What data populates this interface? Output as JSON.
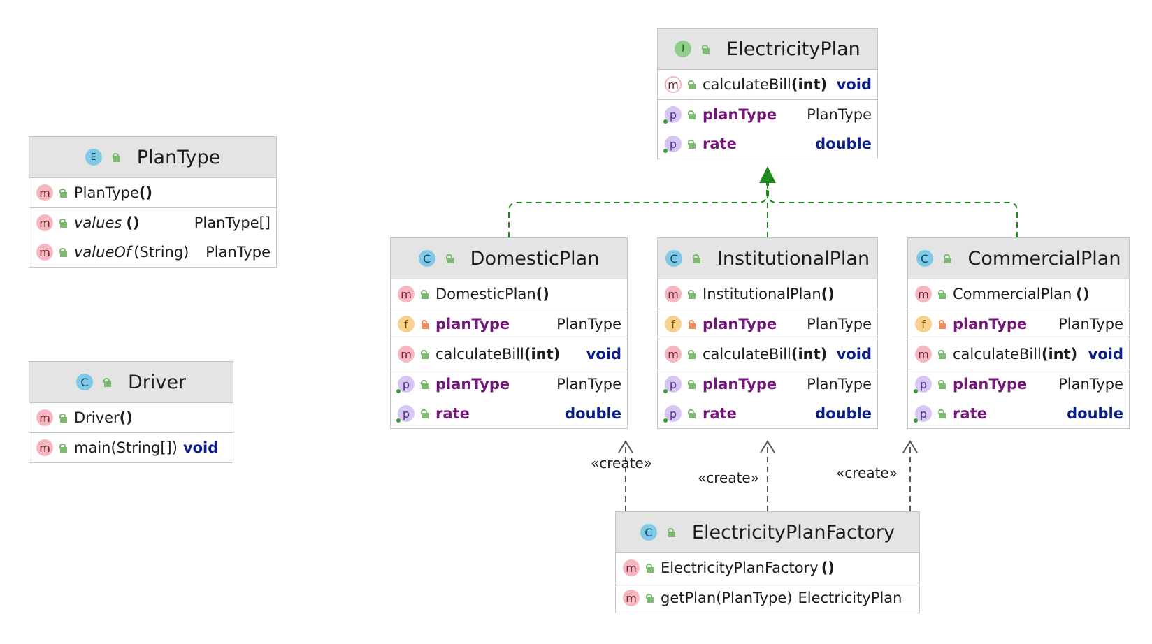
{
  "classes": {
    "plantype": {
      "kind": "E",
      "title": "PlanType",
      "ctor": {
        "icon": "m",
        "name": "PlanType",
        "paren": "()"
      },
      "values": {
        "icon": "m",
        "name": "values",
        "paren": "()",
        "type": "PlanType[]"
      },
      "valueof": {
        "icon": "m",
        "name": "valueOf",
        "paren": "(String)",
        "type": "PlanType"
      }
    },
    "driver": {
      "kind": "C",
      "title": "Driver",
      "ctor": {
        "icon": "m",
        "name": "Driver",
        "paren": "()"
      },
      "main": {
        "icon": "m",
        "name": "main",
        "paren": "(String[])",
        "type": "void"
      }
    },
    "electricityplan": {
      "kind": "I",
      "title": "ElectricityPlan",
      "calc": {
        "icon": "m",
        "name": "calculateBill",
        "paren": "(int)",
        "type": "void"
      },
      "plantype": {
        "icon": "p",
        "name": "planType",
        "type": "PlanType"
      },
      "rate": {
        "icon": "p",
        "name": "rate",
        "type": "double"
      }
    },
    "domesticplan": {
      "kind": "C",
      "title": "DomesticPlan",
      "ctor": {
        "icon": "m",
        "name": "DomesticPlan",
        "paren": "()"
      },
      "field": {
        "icon": "f",
        "name": "planType",
        "type": "PlanType"
      },
      "calc": {
        "icon": "m",
        "name": "calculateBill",
        "paren": "(int)",
        "type": "void"
      },
      "plantype": {
        "icon": "p",
        "name": "planType",
        "type": "PlanType"
      },
      "rate": {
        "icon": "p",
        "name": "rate",
        "type": "double"
      }
    },
    "institutionalplan": {
      "kind": "C",
      "title": "InstitutionalPlan",
      "ctor": {
        "icon": "m",
        "name": "InstitutionalPlan",
        "paren": "()"
      },
      "field": {
        "icon": "f",
        "name": "planType",
        "type": "PlanType"
      },
      "calc": {
        "icon": "m",
        "name": "calculateBill",
        "paren": "(int)",
        "type": "void"
      },
      "plantype": {
        "icon": "p",
        "name": "planType",
        "type": "PlanType"
      },
      "rate": {
        "icon": "p",
        "name": "rate",
        "type": "double"
      }
    },
    "commercialplan": {
      "kind": "C",
      "title": "CommercialPlan",
      "ctor": {
        "icon": "m",
        "name": "CommercialPlan",
        "paren": "()"
      },
      "field": {
        "icon": "f",
        "name": "planType",
        "type": "PlanType"
      },
      "calc": {
        "icon": "m",
        "name": "calculateBill",
        "paren": "(int)",
        "type": "void"
      },
      "plantype": {
        "icon": "p",
        "name": "planType",
        "type": "PlanType"
      },
      "rate": {
        "icon": "p",
        "name": "rate",
        "type": "double"
      }
    },
    "factory": {
      "kind": "C",
      "title": "ElectricityPlanFactory",
      "ctor": {
        "icon": "m",
        "name": "ElectricityPlanFactory",
        "paren": "()"
      },
      "getplan": {
        "icon": "m",
        "name": "getPlan",
        "paren": "(PlanType)",
        "type": "ElectricityPlan"
      }
    }
  },
  "relations": {
    "create_label": "«create»"
  },
  "colors": {
    "realization": "#1e8a1e",
    "dependency": "#555555",
    "header_bg": "#e4e4e4"
  }
}
